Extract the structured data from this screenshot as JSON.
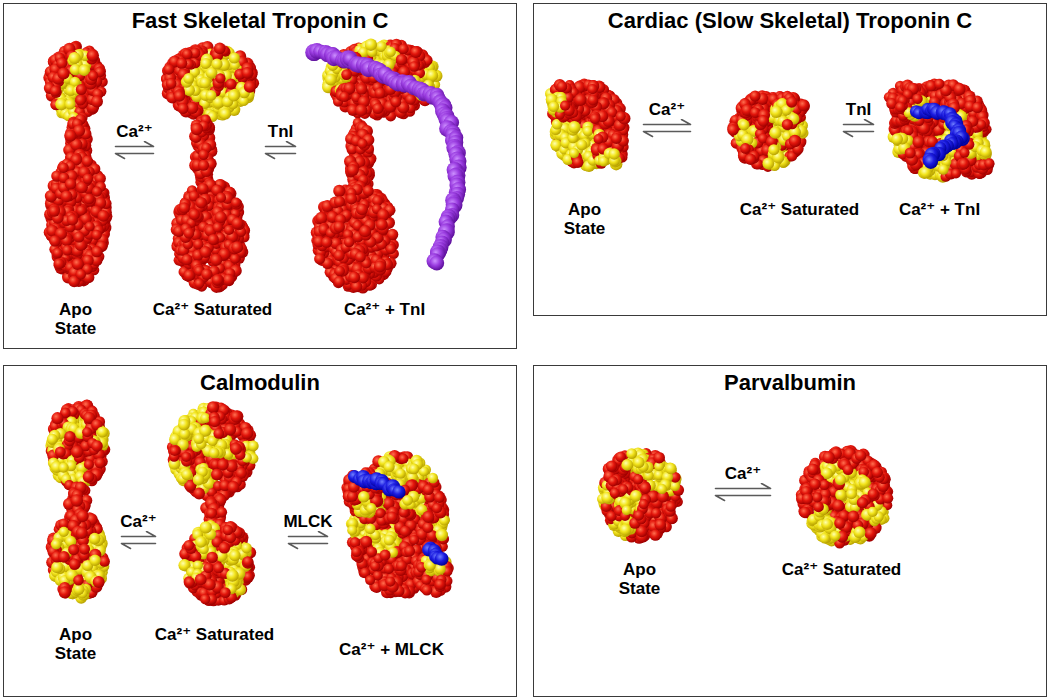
{
  "diagram": {
    "nodes": [
      {
        "text": [
          "Fast Skeletal Troponin C"
        ]
      },
      {
        "text": [
          "Apo State"
        ],
        "in": 0
      },
      {
        "text": [
          "Ca²⁺ Saturated"
        ],
        "in": 0
      },
      {
        "text": [
          "Ca²⁺ + TnI"
        ],
        "in": 0
      },
      {
        "text": [
          "Cardiac (Slow Skeletal) Troponin C"
        ]
      },
      {
        "text": [
          "Apo State"
        ],
        "in": 4
      },
      {
        "text": [
          "Ca²⁺ Saturated"
        ],
        "in": 4
      },
      {
        "text": [
          "Ca²⁺ + TnI"
        ],
        "in": 4
      },
      {
        "text": [
          "Calmodulin"
        ]
      },
      {
        "text": [
          "Apo State"
        ],
        "in": 8
      },
      {
        "text": [
          "Ca²⁺ Saturated"
        ],
        "in": 8
      },
      {
        "text": [
          "Ca²⁺ + MLCK"
        ],
        "in": 8
      },
      {
        "text": [
          "Parvalbumin"
        ]
      },
      {
        "text": [
          "Apo State"
        ],
        "in": 12
      },
      {
        "text": [
          "Ca²⁺ Saturated"
        ],
        "in": 12
      }
    ],
    "edges": [
      {
        "from": 1,
        "to": 2,
        "label": "Ca²⁺",
        "arrow": "both"
      },
      {
        "from": 2,
        "to": 3,
        "label": "TnI",
        "arrow": "both"
      },
      {
        "from": 5,
        "to": 6,
        "label": "Ca²⁺",
        "arrow": "both"
      },
      {
        "from": 6,
        "to": 7,
        "label": "TnI",
        "arrow": "both"
      },
      {
        "from": 9,
        "to": 10,
        "label": "Ca²⁺",
        "arrow": "both"
      },
      {
        "from": 10,
        "to": 11,
        "label": "MLCK",
        "arrow": "both"
      },
      {
        "from": 13,
        "to": 14,
        "label": "Ca²⁺",
        "arrow": "both"
      }
    ]
  }
}
